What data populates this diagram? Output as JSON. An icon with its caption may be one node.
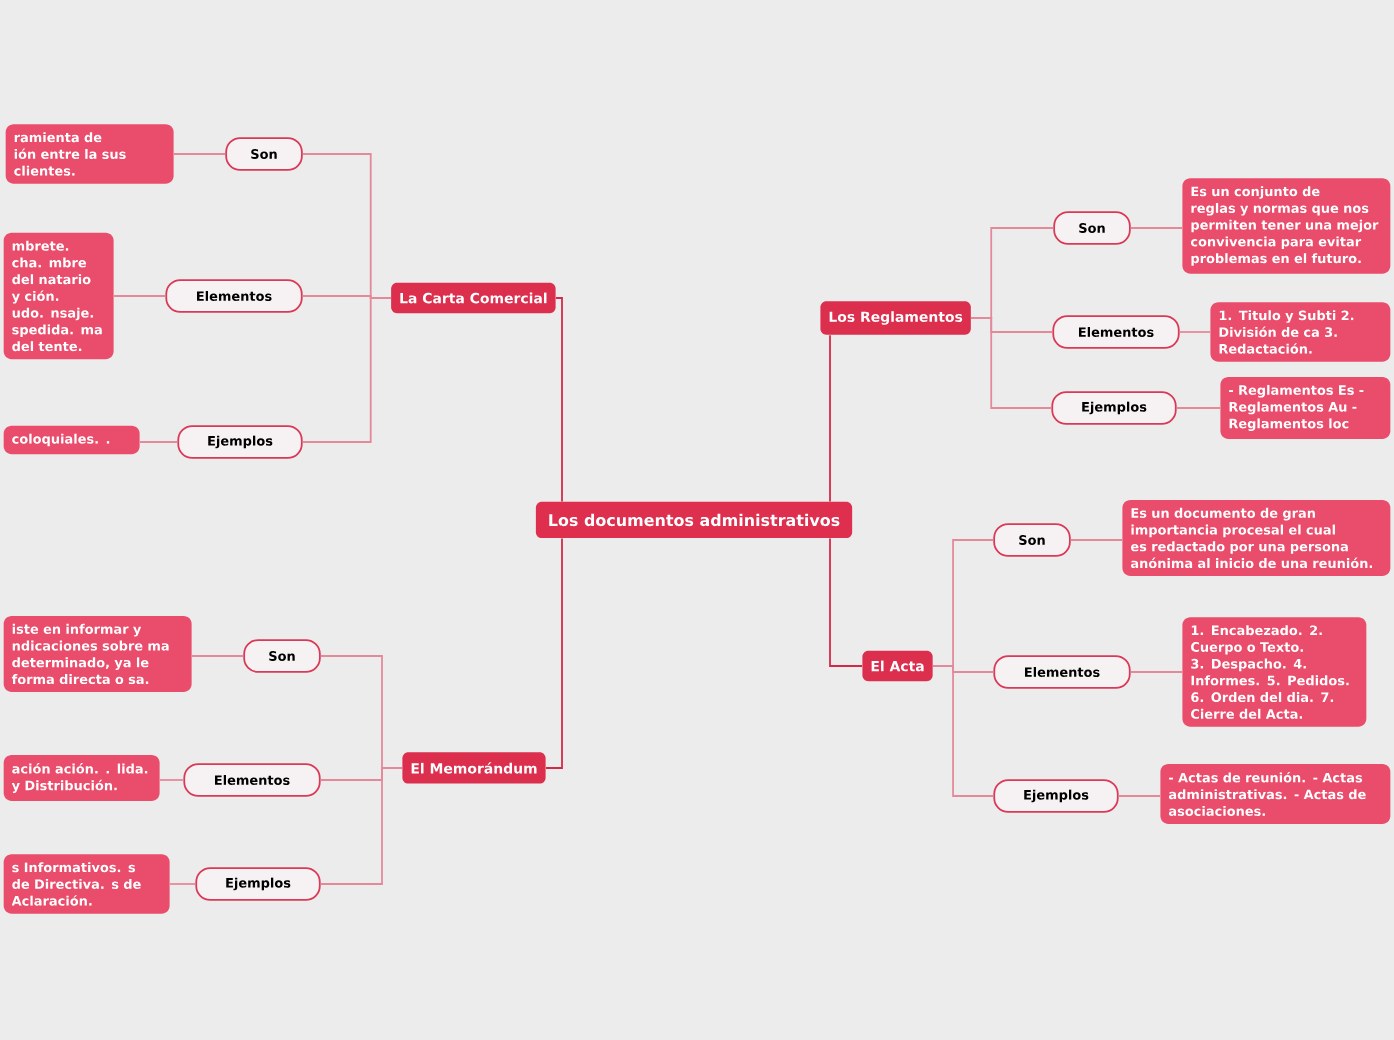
{
  "diagram": {
    "nodes": [
      {
        "text": [
          "Los documentos administrativos"
        ]
      },
      {
        "text": [
          "La Carta Comercial"
        ]
      },
      {
        "text": [
          "Son"
        ]
      },
      {
        "text": [
          "Elementos"
        ]
      },
      {
        "text": [
          "Ejemplos"
        ]
      },
      {
        "text": [
          "ramienta de ión entre la sus clientes."
        ]
      },
      {
        "text": [
          "mbrete. cha. mbre del natario y ción. udo. nsaje. spedida. ma del tente."
        ]
      },
      {
        "text": [
          "coloquiales. ."
        ]
      },
      {
        "text": [
          "El Memorándum"
        ]
      },
      {
        "text": [
          "Son"
        ]
      },
      {
        "text": [
          "Elementos"
        ]
      },
      {
        "text": [
          "Ejemplos"
        ]
      },
      {
        "text": [
          "iste en informar y ndicaciones sobre ma determinado, ya le forma directa o sa."
        ]
      },
      {
        "text": [
          "ación ación. . lida. y Distribución."
        ]
      },
      {
        "text": [
          "s Informativos. s de Directiva. s de Aclaración."
        ]
      },
      {
        "text": [
          "Los Reglamentos"
        ]
      },
      {
        "text": [
          "Son"
        ]
      },
      {
        "text": [
          "Elementos"
        ]
      },
      {
        "text": [
          "Ejemplos"
        ]
      },
      {
        "text": [
          "Es un conjunto de reglas y normas que nos permiten tener una mejor convivencia para evitar problemas en el futuro."
        ]
      },
      {
        "text": [
          "1. Titulo y Subti 2. División de ca 3. Redactación."
        ]
      },
      {
        "text": [
          "- Reglamentos Es - Reglamentos Au - Reglamentos loc"
        ]
      },
      {
        "text": [
          "El Acta"
        ]
      },
      {
        "text": [
          "Son"
        ]
      },
      {
        "text": [
          "Elementos"
        ]
      },
      {
        "text": [
          "Ejemplos"
        ]
      },
      {
        "text": [
          "Es un documento de gran importancia procesal el cual es redactado por una persona anónima al inicio de una reunión."
        ]
      },
      {
        "text": [
          "1. Encabezado. 2. Cuerpo o Texto. 3. Despacho. 4. Informes. 5. Pedidos. 6. Orden del dia. 7. Cierre del Acta."
        ]
      },
      {
        "text": [
          "- Actas de reunión. - Actas administrativas. - Actas de asociaciones."
        ]
      }
    ],
    "edges": [
      {
        "from": 0,
        "to": 1,
        "arrow": "none",
        "color": "#d42a48"
      },
      {
        "from": 1,
        "to": 2,
        "arrow": "none"
      },
      {
        "from": 2,
        "to": 5,
        "arrow": "none"
      },
      {
        "from": 1,
        "to": 3,
        "arrow": "none"
      },
      {
        "from": 3,
        "to": 6,
        "arrow": "none"
      },
      {
        "from": 1,
        "to": 4,
        "arrow": "none"
      },
      {
        "from": 4,
        "to": 7,
        "arrow": "none"
      },
      {
        "from": 0,
        "to": 8,
        "arrow": "none",
        "color": "#d42a48"
      },
      {
        "from": 8,
        "to": 9,
        "arrow": "none"
      },
      {
        "from": 9,
        "to": 12,
        "arrow": "none"
      },
      {
        "from": 8,
        "to": 10,
        "arrow": "none"
      },
      {
        "from": 10,
        "to": 13,
        "arrow": "none"
      },
      {
        "from": 8,
        "to": 11,
        "arrow": "none"
      },
      {
        "from": 11,
        "to": 14,
        "arrow": "none"
      },
      {
        "from": 0,
        "to": 15,
        "arrow": "none",
        "color": "#d42a48"
      },
      {
        "from": 15,
        "to": 16,
        "arrow": "none"
      },
      {
        "from": 16,
        "to": 19,
        "arrow": "none"
      },
      {
        "from": 15,
        "to": 17,
        "arrow": "none"
      },
      {
        "from": 17,
        "to": 20,
        "arrow": "none"
      },
      {
        "from": 15,
        "to": 18,
        "arrow": "none"
      },
      {
        "from": 18,
        "to": 21,
        "arrow": "none"
      },
      {
        "from": 0,
        "to": 22,
        "arrow": "none",
        "color": "#d42a48"
      },
      {
        "from": 22,
        "to": 23,
        "arrow": "none"
      },
      {
        "from": 23,
        "to": 26,
        "arrow": "none"
      },
      {
        "from": 22,
        "to": 24,
        "arrow": "none"
      },
      {
        "from": 24,
        "to": 27,
        "arrow": "none"
      },
      {
        "from": 22,
        "to": 25,
        "arrow": "none"
      },
      {
        "from": 25,
        "to": 28,
        "arrow": "none"
      }
    ]
  }
}
